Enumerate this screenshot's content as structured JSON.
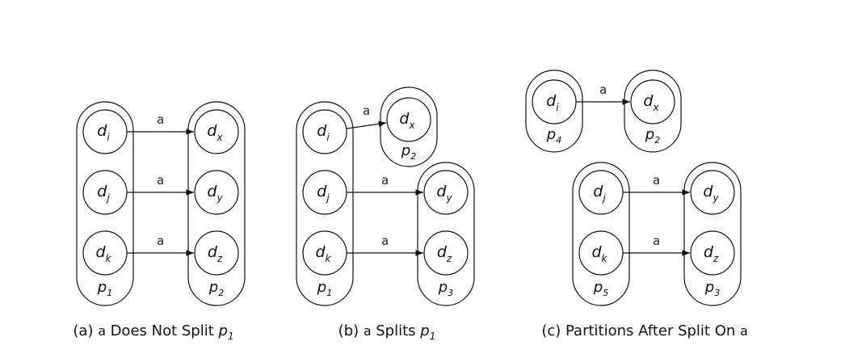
{
  "panels": [
    {
      "id": "a",
      "caption": {
        "prefix": "(a)",
        "mono": "a",
        "text": "Does Not Split",
        "var": "p",
        "sub": "1"
      },
      "partitions": [
        {
          "id": "p1a",
          "label": "p",
          "sub": "1",
          "nodes": [
            {
              "id": "a_di",
              "label": "d",
              "sub": "i"
            },
            {
              "id": "a_dj",
              "label": "d",
              "sub": "j"
            },
            {
              "id": "a_dk",
              "label": "d",
              "sub": "k"
            }
          ]
        },
        {
          "id": "p2a",
          "label": "p",
          "sub": "2",
          "nodes": [
            {
              "id": "a_dx",
              "label": "d",
              "sub": "x"
            },
            {
              "id": "a_dy",
              "label": "d",
              "sub": "y"
            },
            {
              "id": "a_dz",
              "label": "d",
              "sub": "z"
            }
          ]
        }
      ],
      "edges": [
        {
          "from": "a_di",
          "to": "a_dx",
          "label": "a"
        },
        {
          "from": "a_dj",
          "to": "a_dy",
          "label": "a"
        },
        {
          "from": "a_dk",
          "to": "a_dz",
          "label": "a"
        }
      ]
    },
    {
      "id": "b",
      "caption": {
        "prefix": "(b)",
        "mono": "a",
        "text": "Splits",
        "var": "p",
        "sub": "1"
      },
      "partitions": [
        {
          "id": "p1b",
          "label": "p",
          "sub": "1",
          "nodes": [
            {
              "id": "b_di",
              "label": "d",
              "sub": "i"
            },
            {
              "id": "b_dj",
              "label": "d",
              "sub": "j"
            },
            {
              "id": "b_dk",
              "label": "d",
              "sub": "k"
            }
          ]
        },
        {
          "id": "p2b",
          "label": "p",
          "sub": "2",
          "nodes": [
            {
              "id": "b_dx",
              "label": "d",
              "sub": "x"
            }
          ]
        },
        {
          "id": "p3b",
          "label": "p",
          "sub": "3",
          "nodes": [
            {
              "id": "b_dy",
              "label": "d",
              "sub": "y"
            },
            {
              "id": "b_dz",
              "label": "d",
              "sub": "z"
            }
          ]
        }
      ],
      "edges": [
        {
          "from": "b_di",
          "to": "b_dx",
          "label": "a"
        },
        {
          "from": "b_dj",
          "to": "b_dy",
          "label": "a"
        },
        {
          "from": "b_dk",
          "to": "b_dz",
          "label": "a"
        }
      ]
    },
    {
      "id": "c",
      "caption": {
        "prefix": "(c)",
        "text": "Partitions After Split On",
        "mono": "a"
      },
      "partitions": [
        {
          "id": "p4c",
          "label": "p",
          "sub": "4",
          "nodes": [
            {
              "id": "c_di",
              "label": "d",
              "sub": "i"
            }
          ]
        },
        {
          "id": "p2c",
          "label": "p",
          "sub": "2",
          "nodes": [
            {
              "id": "c_dx",
              "label": "d",
              "sub": "x"
            }
          ]
        },
        {
          "id": "p5c",
          "label": "p",
          "sub": "5",
          "nodes": [
            {
              "id": "c_dj",
              "label": "d",
              "sub": "j"
            },
            {
              "id": "c_dk",
              "label": "d",
              "sub": "k"
            }
          ]
        },
        {
          "id": "p3c",
          "label": "p",
          "sub": "3",
          "nodes": [
            {
              "id": "c_dy",
              "label": "d",
              "sub": "y"
            },
            {
              "id": "c_dz",
              "label": "d",
              "sub": "z"
            }
          ]
        }
      ],
      "edges": [
        {
          "from": "c_di",
          "to": "c_dx",
          "label": "a"
        },
        {
          "from": "c_dj",
          "to": "c_dy",
          "label": "a"
        },
        {
          "from": "c_dk",
          "to": "c_dz",
          "label": "a"
        }
      ]
    }
  ]
}
